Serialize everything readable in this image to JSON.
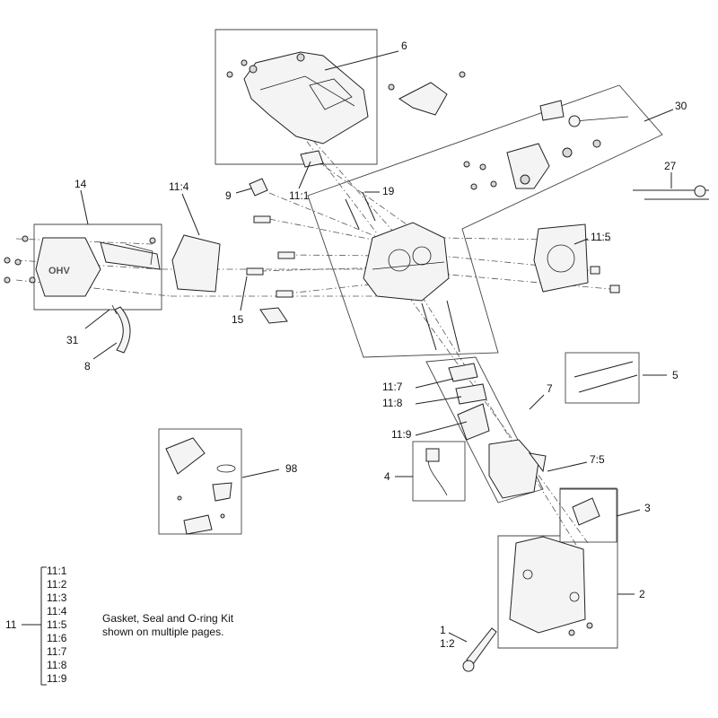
{
  "callouts": {
    "c6": "6",
    "c30": "30",
    "c27": "27",
    "c14": "14",
    "c11_4": "11:4",
    "c9": "9",
    "c11_1": "11:1",
    "c19": "19",
    "c11_5": "11:5",
    "c15": "15",
    "c31": "31",
    "c8": "8",
    "c5": "5",
    "c11_7": "11:7",
    "c11_8": "11:8",
    "c7": "7",
    "c11_9": "11:9",
    "c98": "98",
    "c4": "4",
    "c7_5": "7:5",
    "c3": "3",
    "c2": "2",
    "c1": "1",
    "c1_2": "1:2"
  },
  "kit": {
    "number": "11",
    "items": [
      "11:1",
      "11:2",
      "11:3",
      "11:4",
      "11:5",
      "11:6",
      "11:7",
      "11:8",
      "11:9"
    ],
    "note_line1": "Gasket, Seal and O-ring Kit",
    "note_line2": "shown on multiple pages."
  }
}
